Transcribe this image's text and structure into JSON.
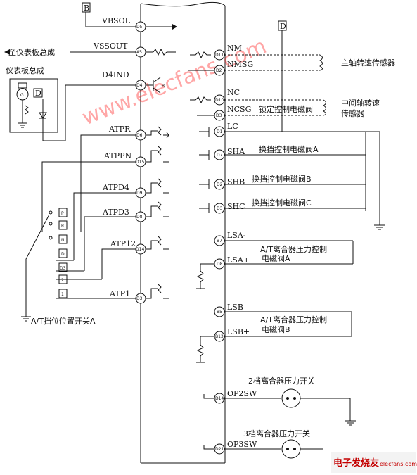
{
  "ecu": {
    "left_pins": [
      {
        "label": "VBSOL",
        "pin": "D5"
      },
      {
        "label": "VSSOUT",
        "pin": "A5"
      },
      {
        "label": "D4IND",
        "pin": "D4"
      },
      {
        "label": "ATPR",
        "pin": "D6"
      },
      {
        "label": "ATPPN",
        "pin": "D15"
      },
      {
        "label": "ATPD4",
        "pin": "D9"
      },
      {
        "label": "ATPD3",
        "pin": "D8"
      },
      {
        "label": "ATP12",
        "pin": "D14"
      },
      {
        "label": "ATP1",
        "pin": "D3"
      }
    ],
    "right_pins": [
      {
        "label": "NM",
        "pin": "D11"
      },
      {
        "label": "NMSG",
        "pin": "D2"
      },
      {
        "label": "NC",
        "pin": "D10"
      },
      {
        "label": "NCSG",
        "pin": "D3"
      },
      {
        "label": "LC",
        "pin": "D1"
      },
      {
        "label": "SHA",
        "pin": "D7"
      },
      {
        "label": "SHB",
        "pin": "D2"
      },
      {
        "label": "SHC",
        "pin": "D3"
      },
      {
        "label": "LSA-",
        "pin": "B7"
      },
      {
        "label": "LSA+",
        "pin": "D8"
      },
      {
        "label": "LSB",
        "pin": "B5"
      },
      {
        "label": "LSB+",
        "pin": "B13"
      },
      {
        "label": "OP2SW",
        "pin": "D14"
      },
      {
        "label": "OP3SW",
        "pin": "D21"
      }
    ]
  },
  "texts": {
    "term_b": "B",
    "term_d": "D",
    "to_cluster": "至仪表板总成",
    "cluster": "仪表板总成",
    "box_d": "D",
    "shift_switch": "A/T挡位位置开关A",
    "main_sensor": "主轴转速传感器",
    "inter_sensor_1": "中间轴转速",
    "inter_sensor_2": "传感器",
    "lockup_valve": "锁定控制电磁阀",
    "sha_valve": "换挡控制电磁阀A",
    "shb_valve": "换挡控制电磁阀B",
    "shc_valve": "换挡控制电磁阀C",
    "lsa_1": "A/T离合器压力控制",
    "lsa_2": "电磁阀A",
    "lsb_1": "A/T离合器压力控制",
    "lsb_2": "电磁阀B",
    "op2": "2档离合器压力开关",
    "op3": "3档离合器压力开关",
    "watermark": "www.elecfans.com",
    "corner_logo": "电子发烧友",
    "corner_url": "elecfans.com"
  },
  "switch_positions": [
    "P",
    "R",
    "N",
    "D",
    "D3",
    "2",
    "1"
  ]
}
